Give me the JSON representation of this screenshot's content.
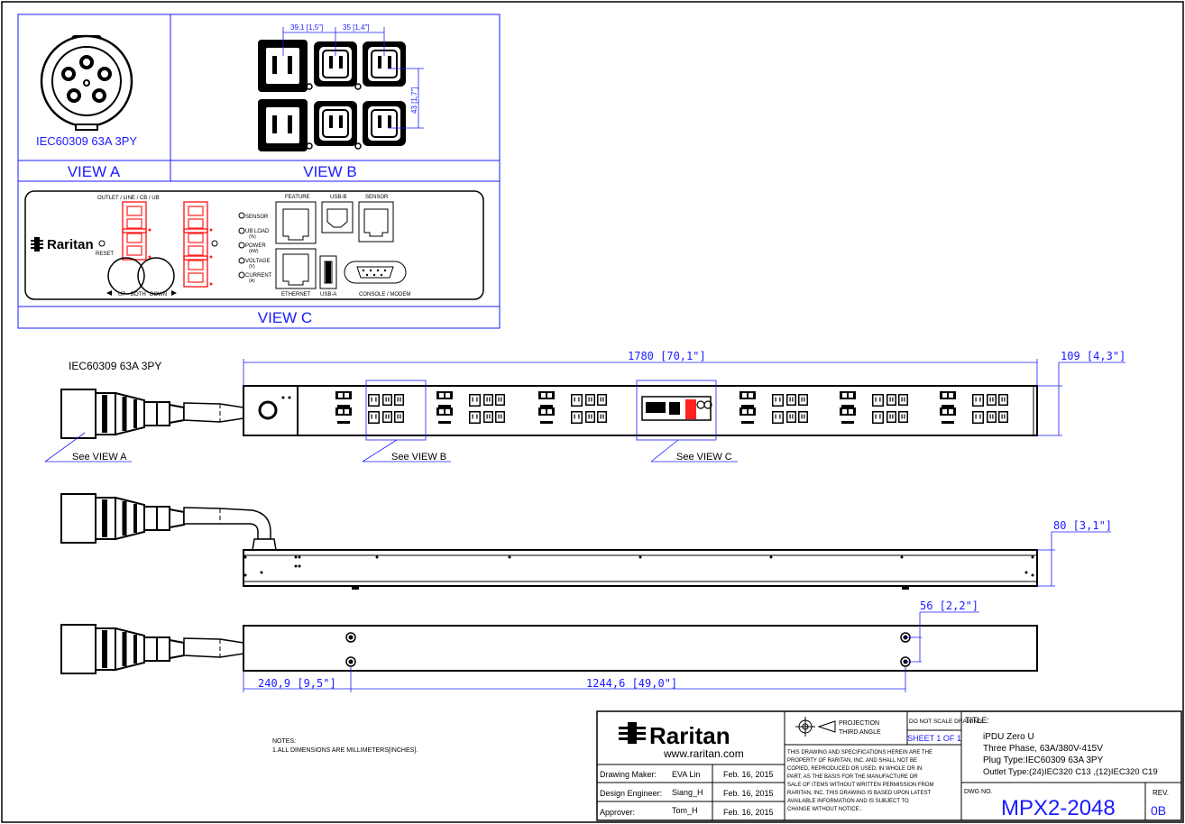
{
  "views": {
    "a_caption": "IEC60309 63A 3PY",
    "a_label": "VIEW A",
    "b_label": "VIEW B",
    "c_label": "VIEW C",
    "b_dim_1": "39,1 [1,5\"]",
    "b_dim_2": "35 [1,4\"]",
    "b_dim_3": "43 [1,7\"]"
  },
  "panel": {
    "top_label": "OUTLET / LINE / CB / UB",
    "brand": "Raritan",
    "reset": "RESET",
    "led_sensor": "SENSOR",
    "led_ubload": "UB LOAD",
    "led_ubload_unit": "(%)",
    "led_power": "POWER",
    "led_power_unit": "(kW)",
    "led_voltage": "VOLTAGE",
    "led_voltage_unit": "(V)",
    "led_current": "CURRENT",
    "led_current_unit": "(A)",
    "btn_up": "UP",
    "btn_both": "BOTH",
    "btn_down": "DOWN",
    "port_feature": "FEATURE",
    "port_usbb": "USB-B",
    "port_sensor": "SENSOR",
    "port_ethernet": "ETHERNET",
    "port_usba": "USB-A",
    "port_console": "CONSOLE / MODEM"
  },
  "front": {
    "plug_label": "IEC60309 63A 3PY",
    "dim_length": "1780 [70,1\"]",
    "dim_width": "109 [4,3\"]",
    "see_a": "See VIEW A",
    "see_b": "See VIEW B",
    "see_c": "See VIEW C"
  },
  "side": {
    "dim_depth": "80 [3,1\"]"
  },
  "back": {
    "dim_holes": "56 [2,2\"]",
    "dim_offset": "240,9 [9,5\"]",
    "dim_span": "1244,6 [49,0\"]"
  },
  "notes": {
    "title": "NOTES:",
    "line1": "1.ALL DIMENSIONS ARE MILLIMETERS[INCHES]."
  },
  "title_block": {
    "brand": "Raritan",
    "url": "www.raritan.com",
    "maker_label": "Drawing Maker:",
    "maker_name": "EVA Lin",
    "maker_date": "Feb. 16, 2015",
    "engineer_label": "Design Engineer:",
    "engineer_name": "Siang_H",
    "engineer_date": "Feb. 16, 2015",
    "approver_label": "Approver:",
    "approver_name": "Tom_H",
    "approver_date": "Feb. 16, 2015",
    "projection_1": "PROJECTION",
    "projection_2": "THIRD ANGLE",
    "no_scale": "DO NOT SCALE DRAWING",
    "sheet": "SHEET 1 OF 1",
    "legal_1": "THIS DRAWING AND SPECIFICATIONS HEREIN ARE THE",
    "legal_2": "PROPERTY OF RARITAN, INC. AND SHALL NOT BE",
    "legal_3": "COPIED, REPRODUCED OR USED, IN WHOLE OR IN",
    "legal_4": "PART, AS THE BASIS FOR THE MANUFACTURE OR",
    "legal_5": "SALE OF ITEMS WITHOUT WRITTEN PERMISSION FROM",
    "legal_6": "RARITAN, INC. THIS DRAWING IS BASED UPON LATEST",
    "legal_7": "AVAILABLE INFORMATION AND IS SUBJECT TO",
    "legal_8": "CHANGE WITHOUT NOTICE..",
    "title_label": "TITLE:",
    "title_1": "iPDU Zero U",
    "title_2": "Three Phase, 63A/380V-415V",
    "title_3": "Plug Type:IEC60309 63A 3PY",
    "title_4": "Outlet Type:(24)IEC320 C13 ,(12)IEC320 C19",
    "dwg_label": "DWG NO.",
    "dwg_no": "MPX2-2048",
    "rev_label": "REV.",
    "rev": "0B"
  },
  "colors": {
    "ink": "#000000",
    "dim": "#1a1aff",
    "led": "#ff2020"
  }
}
